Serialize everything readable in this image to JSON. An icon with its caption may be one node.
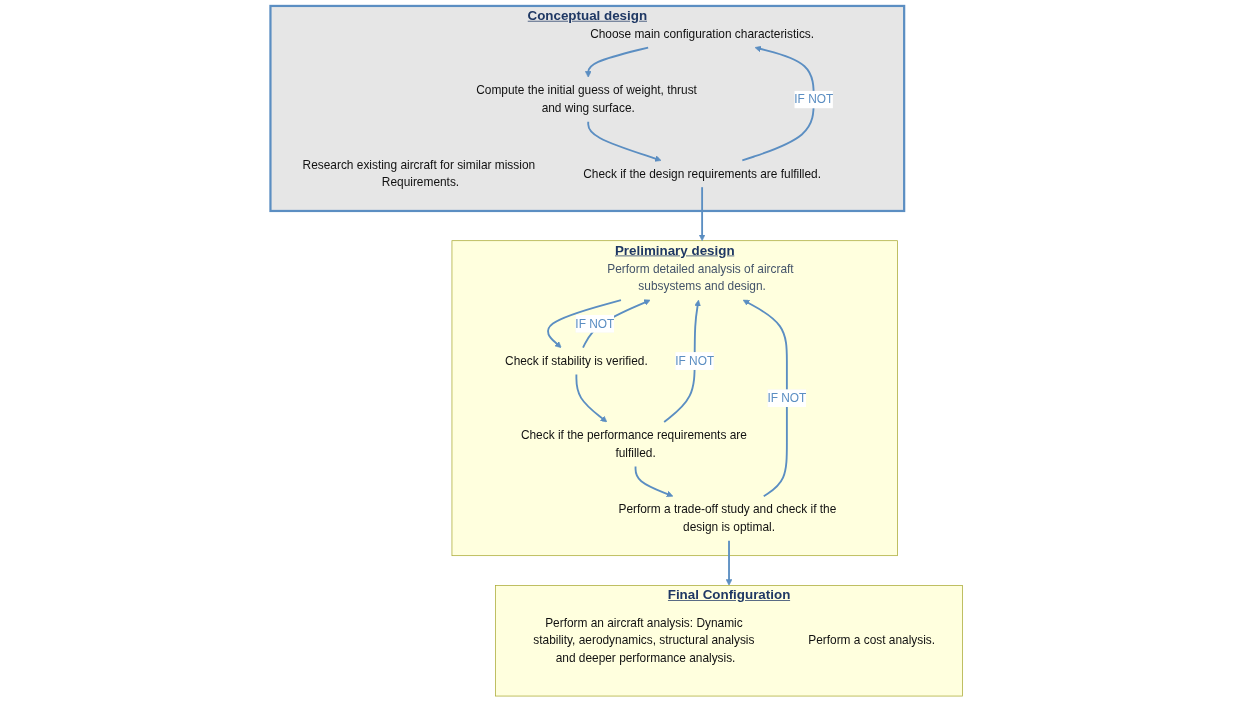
{
  "diagram": {
    "nodes": [
      {
        "text": [
          "Conceptual design"
        ]
      },
      {
        "text": [
          "Research existing aircraft for similar mission Requirements."
        ],
        "in": 0
      },
      {
        "text": [
          "Choose main configuration characteristics."
        ],
        "in": 0
      },
      {
        "text": [
          "Compute the initial guess of weight, thrust and wing surface."
        ],
        "in": 0
      },
      {
        "text": [
          "Check if the design requirements are fulfilled."
        ],
        "in": 0
      },
      {
        "text": [
          "Preliminary design"
        ]
      },
      {
        "text": [
          "Perform detailed analysis of aircraft subsystems and design."
        ],
        "in": 5
      },
      {
        "text": [
          "Check if stability is verified."
        ],
        "in": 5
      },
      {
        "text": [
          "Check if the performance requirements are fulfilled."
        ],
        "in": 5
      },
      {
        "text": [
          "Perform a trade-off study and check if the design is optimal."
        ],
        "in": 5
      },
      {
        "text": [
          "Final Configuration"
        ]
      },
      {
        "text": [
          "Perform an aircraft analysis: Dynamic stability, aerodynamics, structural analysis and deeper performance analysis."
        ],
        "in": 10
      },
      {
        "text": [
          "Perform a cost analysis."
        ],
        "in": 10
      }
    ],
    "edges": [
      {
        "from": 2,
        "to": 3,
        "arrow": "to"
      },
      {
        "from": 3,
        "to": 4,
        "arrow": "to"
      },
      {
        "from": 4,
        "to": 2,
        "arrow": "to",
        "label": "IF NOT"
      },
      {
        "from": 4,
        "to": 5,
        "arrow": "to"
      },
      {
        "from": 6,
        "to": 7,
        "arrow": "to"
      },
      {
        "from": 7,
        "to": 8,
        "arrow": "to"
      },
      {
        "from": 8,
        "to": 9,
        "arrow": "to"
      },
      {
        "from": 7,
        "to": 6,
        "arrow": "to",
        "label": "IF NOT"
      },
      {
        "from": 8,
        "to": 6,
        "arrow": "to",
        "label": "IF NOT"
      },
      {
        "from": 9,
        "to": 6,
        "arrow": "to",
        "label": "IF NOT"
      },
      {
        "from": 9,
        "to": 10,
        "arrow": "to"
      }
    ]
  }
}
